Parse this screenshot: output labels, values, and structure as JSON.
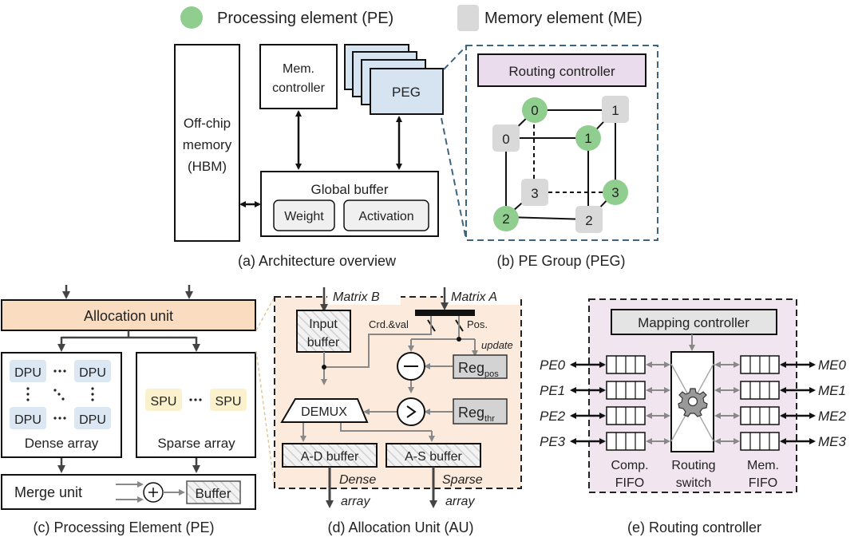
{
  "legend": {
    "pe_label": "Processing element (PE)",
    "me_label": "Memory element (ME)",
    "pe_color": "#8fce8f",
    "me_color": "#d9d9d9"
  },
  "panel_a": {
    "offchip": [
      "Off-chip",
      "memory",
      "(HBM)"
    ],
    "mem_ctrl": [
      "Mem.",
      "controller"
    ],
    "peg": "PEG",
    "global_buffer": "Global buffer",
    "weight": "Weight",
    "activation": "Activation",
    "caption": "(a) Architecture overview",
    "peg_color": "#d6e4f2"
  },
  "panel_b": {
    "routing_controller": "Routing controller",
    "caption": "(b) PE Group (PEG)",
    "nodes": {
      "pe0": "0",
      "pe1": "1",
      "pe2": "2",
      "pe3": "3",
      "me0": "0",
      "me1": "1",
      "me2": "2",
      "me3": "3"
    },
    "rc_color": "#eadcec"
  },
  "panel_c": {
    "allocation_unit": "Allocation unit",
    "dpu": "DPU",
    "spu": "SPU",
    "dense_array": "Dense array",
    "sparse_array": "Sparse array",
    "merge_unit": "Merge unit",
    "buffer": "Buffer",
    "caption": "(c) Processing Element (PE)",
    "au_color": "#fadcc0",
    "dpu_color": "#dbe7f3",
    "spu_color": "#fbf1cd"
  },
  "panel_d": {
    "matrix_b": "Matrix B",
    "matrix_a": "Matrix A",
    "input_buffer": [
      "Input",
      "buffer"
    ],
    "crd_val": "Crd.&val",
    "pos": "Pos.",
    "update": "update",
    "reg_pos": "Reg",
    "reg_pos_sub": "pos",
    "reg_thr": "Reg",
    "reg_thr_sub": "thr",
    "demux": "DEMUX",
    "ad_buffer": "A-D buffer",
    "as_buffer": "A-S buffer",
    "dense_out": [
      "Dense",
      "array"
    ],
    "sparse_out": [
      "Sparse",
      "array"
    ],
    "caption": "(d) Allocation Unit (AU)",
    "bg_color": "#fcebdc"
  },
  "panel_e": {
    "mapping_controller": "Mapping controller",
    "pe_ports": [
      "PE0",
      "PE1",
      "PE2",
      "PE3"
    ],
    "me_ports": [
      "ME0",
      "ME1",
      "ME2",
      "ME3"
    ],
    "comp_fifo": [
      "Comp.",
      "FIFO"
    ],
    "routing_switch": [
      "Routing",
      "switch"
    ],
    "mem_fifo": [
      "Mem.",
      "FIFO"
    ],
    "caption": "(e) Routing controller",
    "bg_color": "#f1e6ef"
  }
}
